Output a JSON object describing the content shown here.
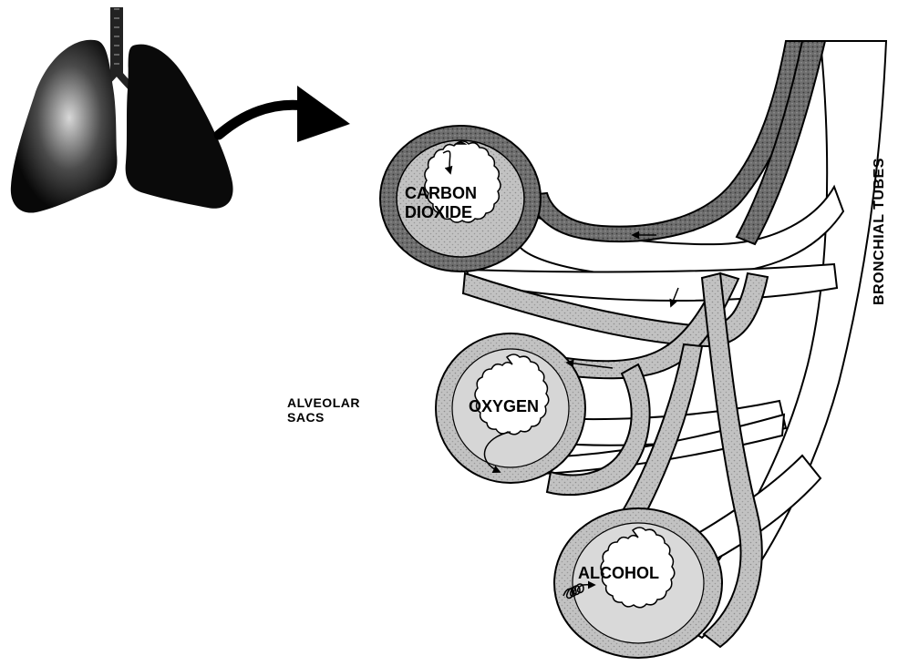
{
  "labels": {
    "carbon_line1": "CARBON",
    "carbon_line2": "DIOXIDE",
    "oxygen": "OXYGEN",
    "alcohol": "ALCOHOL",
    "sacs_line1": "ALVEOLAR",
    "sacs_line2": "SACS",
    "bronchial": "BRONCHIAL TUBES"
  },
  "colors": {
    "ink": "#000000",
    "vessel_dark": "#5a5a5a",
    "vessel_light": "#c4c4c4",
    "background": "#ffffff"
  },
  "icons": [
    "lungs-icon",
    "curved-arrow-icon",
    "flow-arrow-icon",
    "spiral-arrow-icon"
  ]
}
